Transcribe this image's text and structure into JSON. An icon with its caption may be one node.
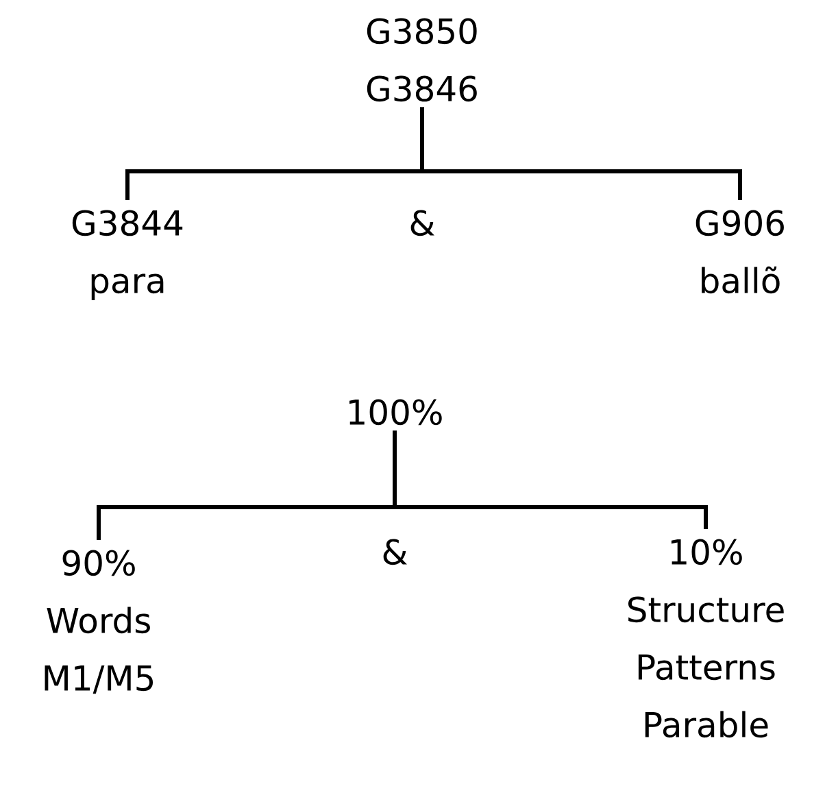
{
  "diagram": {
    "nodes": [
      {
        "text": [
          "G3850",
          "G3846"
        ]
      },
      {
        "text": [
          "G3844",
          "para"
        ]
      },
      {
        "text": [
          "G906",
          "ballõ"
        ]
      },
      {
        "text": [
          "100%"
        ]
      },
      {
        "text": [
          "90%",
          "Words",
          "M1/M5"
        ]
      },
      {
        "text": [
          "10%",
          "Structure",
          "Patterns",
          "Parable"
        ]
      }
    ],
    "edges": [
      {
        "from": 0,
        "to": 1,
        "arrow": "none"
      },
      {
        "from": 0,
        "to": 2,
        "arrow": "none"
      },
      {
        "from": 3,
        "to": 4,
        "arrow": "none"
      },
      {
        "from": 3,
        "to": 5,
        "arrow": "none"
      }
    ],
    "labels": [
      "&",
      "&"
    ]
  }
}
